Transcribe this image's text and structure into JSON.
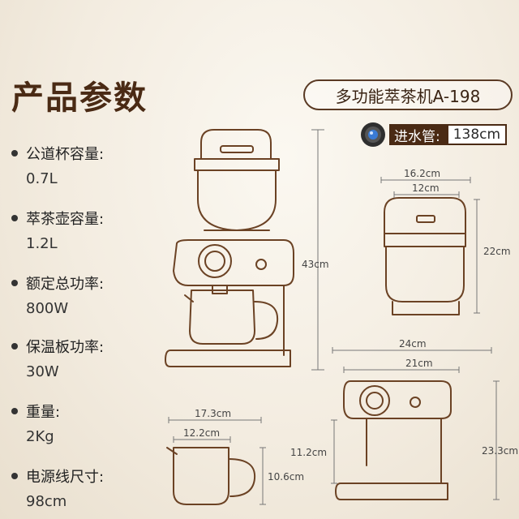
{
  "title": "产品参数",
  "model": "多功能萃茶机A-198",
  "inlet_pipe": {
    "label": "进水管:",
    "value": "138cm",
    "icon": "pipe-coil-icon"
  },
  "specs": [
    {
      "label": "公道杯容量:",
      "value": "0.7L"
    },
    {
      "label": "萃茶壶容量:",
      "value": "1.2L"
    },
    {
      "label": "额定总功率:",
      "value": "800W"
    },
    {
      "label": "保温板功率:",
      "value": "30W"
    },
    {
      "label": "重量:",
      "value": "2Kg"
    },
    {
      "label": "电源线尺寸:",
      "value": "98cm"
    }
  ],
  "dims": {
    "machine_height": "43cm",
    "pot_width": "16.2cm",
    "pot_inner_width": "12cm",
    "pot_height": "22cm",
    "base_width": "24cm",
    "base_inner_width": "21cm",
    "base_height": "23.3cm",
    "base_clearance": "11.2cm",
    "cup_width": "17.3cm",
    "cup_inner_width": "12.2cm",
    "cup_height": "10.6cm"
  },
  "colors": {
    "outline": "#6b4224",
    "accent": "#4a2a14"
  }
}
